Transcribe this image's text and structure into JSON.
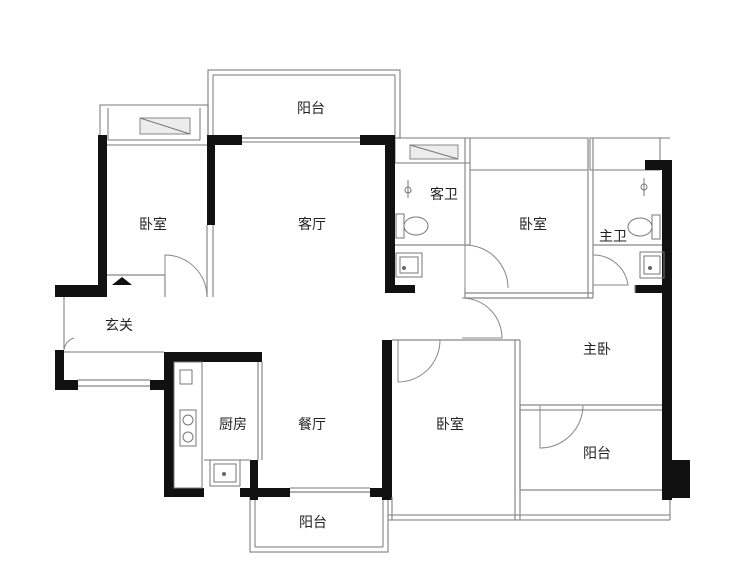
{
  "rooms": {
    "balcony_top": "阳台",
    "bedroom_left": "卧室",
    "living_room": "客厅",
    "guest_bath": "客卫",
    "bedroom_middle": "卧室",
    "master_bath": "主卫",
    "entrance": "玄关",
    "master_bedroom": "主卧",
    "kitchen": "厨房",
    "dining_room": "餐厅",
    "bedroom_bottom": "卧室",
    "balcony_right": "阳台",
    "balcony_bottom": "阳台"
  }
}
